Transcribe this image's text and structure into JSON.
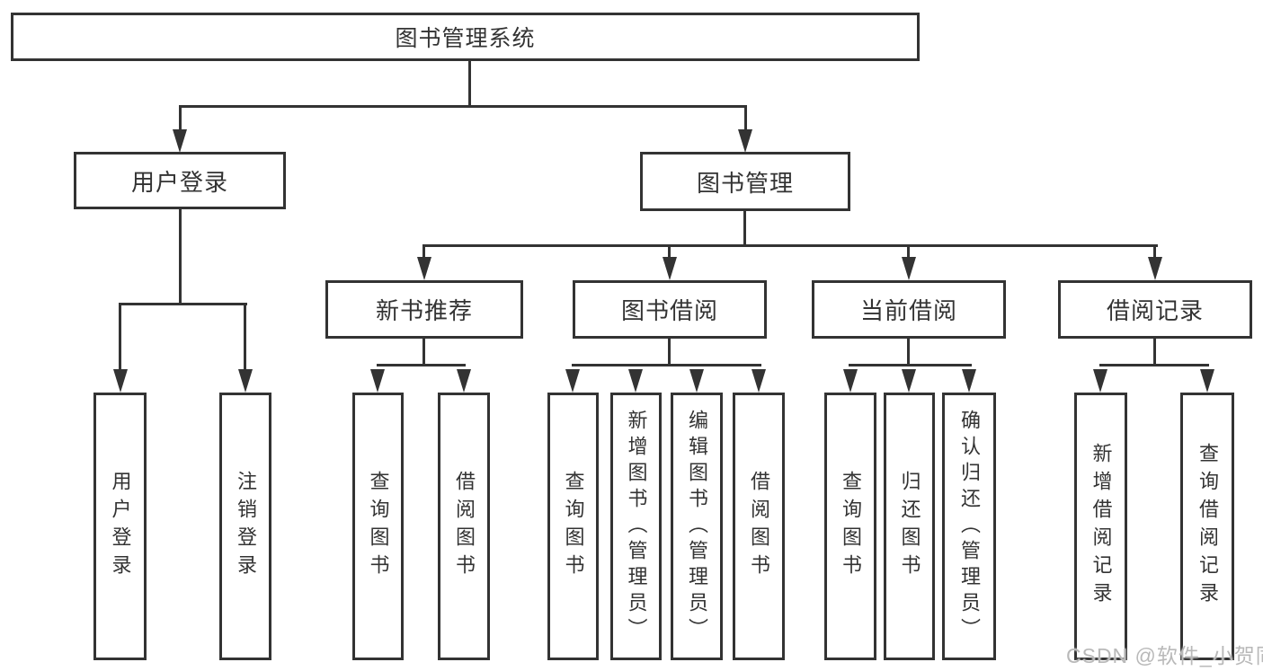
{
  "diagram": {
    "root": {
      "label": "图书管理系统"
    },
    "level2": [
      {
        "id": "user-login",
        "label": "用户登录"
      },
      {
        "id": "book-management",
        "label": "图书管理"
      }
    ],
    "level3": [
      {
        "id": "new-book-recommend",
        "label": "新书推荐",
        "parent": "图书管理"
      },
      {
        "id": "book-borrow",
        "label": "图书借阅",
        "parent": "图书管理"
      },
      {
        "id": "current-borrow",
        "label": "当前借阅",
        "parent": "图书管理"
      },
      {
        "id": "borrow-records",
        "label": "借阅记录",
        "parent": "图书管理"
      }
    ],
    "leaves": [
      {
        "label": "用户登录",
        "parent": "用户登录"
      },
      {
        "label": "注销登录",
        "parent": "用户登录"
      },
      {
        "label": "查询图书",
        "parent": "新书推荐"
      },
      {
        "label": "借阅图书",
        "parent": "新书推荐"
      },
      {
        "label": "查询图书",
        "parent": "图书借阅"
      },
      {
        "label": "新增图书（管理员）",
        "parent": "图书借阅"
      },
      {
        "label": "编辑图书（管理员）",
        "parent": "图书借阅"
      },
      {
        "label": "借阅图书",
        "parent": "图书借阅"
      },
      {
        "label": "查询图书",
        "parent": "当前借阅"
      },
      {
        "label": "归还图书",
        "parent": "当前借阅"
      },
      {
        "label": "确认归还（管理员）",
        "parent": "当前借阅"
      },
      {
        "label": "新增借阅记录",
        "parent": "借阅记录"
      },
      {
        "label": "查询借阅记录",
        "parent": "借阅记录"
      }
    ],
    "watermark": "CSDN @软件_小贺同学",
    "colors": {
      "line": "#333333",
      "text": "#333333",
      "box_background": "#ffffff",
      "page_background": "#ffffff",
      "watermark": "#b9b9b9"
    }
  }
}
